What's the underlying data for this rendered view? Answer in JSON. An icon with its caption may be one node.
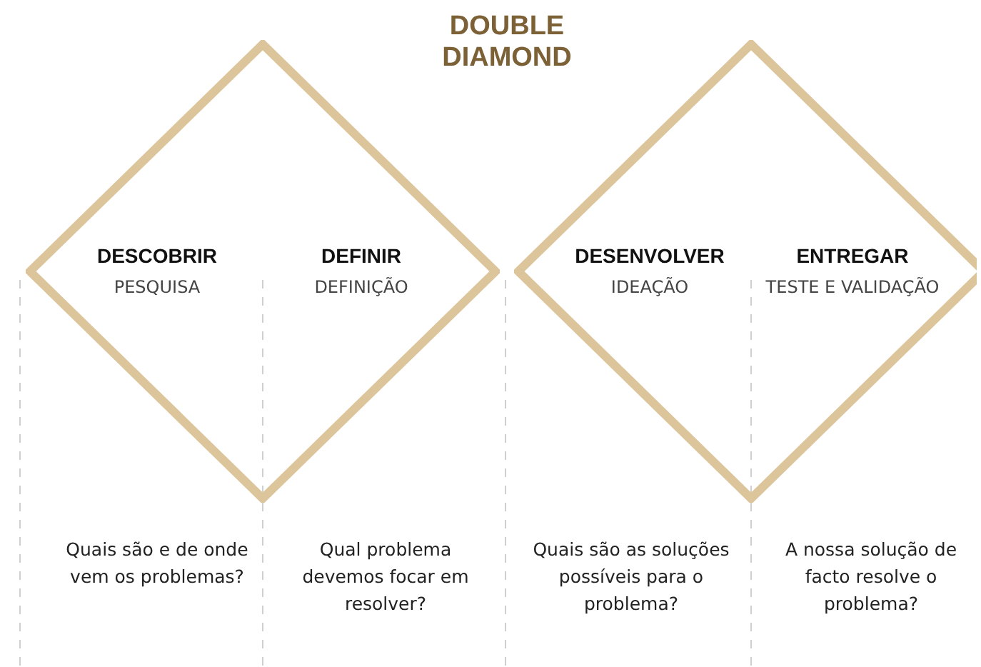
{
  "diagram": {
    "title": "DOUBLE DIAMOND",
    "nodes": [
      {
        "text": [],
        "shape": "diamond"
      },
      {
        "text": [
          "DESCOBRIR",
          "PESQUISA"
        ],
        "in": 0
      },
      {
        "text": [
          "DEFINIR",
          "DEFINIÇÃO"
        ],
        "in": 0
      },
      {
        "text": [],
        "shape": "diamond"
      },
      {
        "text": [
          "DESENVOLVER",
          "IDEAÇÃO"
        ],
        "in": 3
      },
      {
        "text": [
          "ENTREGAR",
          "TESTE E VALIDAÇÃO"
        ],
        "in": 3
      }
    ],
    "labels": [
      "Quais são e de onde vem os problemas?",
      "Qual problema devemos focar em resolver?",
      "Quais são as soluções possíveis para o problema?",
      "A nossa solução de facto resolve o problema?"
    ]
  }
}
